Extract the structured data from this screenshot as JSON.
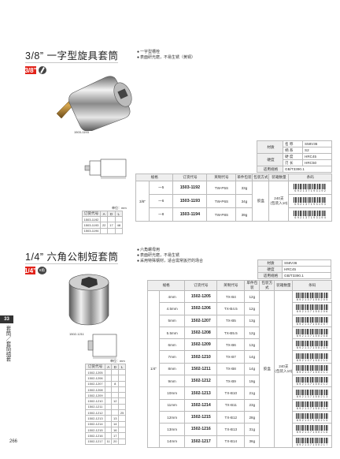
{
  "section1": {
    "title": "3/8” 一字型旋具套筒",
    "badge": "3/8”",
    "bullets": [
      "一字型槽栓",
      "表面研光磨，不易生锈（黄铜）"
    ],
    "photo_caption": "1503-1193",
    "spec": [
      [
        "",
        "名 称",
        "S58V36"
      ],
      [
        "",
        "柄 系",
        "S2"
      ],
      [
        "",
        "硬 度",
        "HRC45"
      ],
      [
        "",
        "刃 长",
        "HRC50"
      ],
      [
        "适用规格",
        "GB/T3390.1",
        ""
      ]
    ],
    "spec_row_label_top": "材质",
    "spec_row_label_mid": "硬度",
    "dim_unit": "单位：mm",
    "dim_headers": [
      "订货代号",
      "A",
      "D",
      "L"
    ],
    "dim_rows": [
      [
        "1503-1192",
        "",
        "",
        ""
      ],
      [
        "1503-1193",
        "22",
        "17",
        "48"
      ],
      [
        "1503-1194",
        "",
        "",
        ""
      ]
    ],
    "table_headers": [
      "规格",
      "",
      "订货代号",
      "英制代号",
      "单件包装",
      "包装方式",
      "装箱数量",
      "条码"
    ],
    "size_label": "3/8”",
    "pack_style": "胶盒",
    "box_qty": "240支\n(包装入10)",
    "rows": [
      {
        "spec": "一5",
        "code": "1503-1192",
        "eng": "TW-P5S",
        "pack": "33g",
        "barcode": "6 9 2 1 3 7 1 9 3 1 9 2"
      },
      {
        "spec": "一6",
        "code": "1503-1193",
        "eng": "TW-P6S",
        "pack": "34g",
        "barcode": "6 9 2 1 3 7 1 9 3 1 9 3"
      },
      {
        "spec": "一8",
        "code": "1503-1194",
        "eng": "TW-P8S",
        "pack": "39g",
        "barcode": "6 9 2 1 3 7 1 9 3 1 9 4"
      }
    ]
  },
  "section2": {
    "title": "1/4” 六角公制短套筒",
    "badge": "1/4”",
    "badge2": "6角",
    "bullets": [
      "六角螺母用",
      "表面研光磨，不易生锈",
      "采用特殊钢材，适合需常扳拧的场合"
    ],
    "photo_caption": "1502-1211",
    "spec": [
      [
        "材质",
        "S58V36"
      ],
      [
        "硬度",
        "HRC45"
      ],
      [
        "适用规格",
        "GB/T3390.1"
      ]
    ],
    "dim_unit": "单位：mm",
    "dim_headers": [
      "订货代号",
      "A",
      "D",
      "L"
    ],
    "dim_rows": [
      [
        "1502-1205",
        "",
        "",
        ""
      ],
      [
        "1502-1206",
        "",
        "",
        ""
      ],
      [
        "1502-1207",
        "",
        "8",
        ""
      ],
      [
        "1502-1208",
        "",
        "",
        ""
      ],
      [
        "1502-1209",
        "",
        "",
        ""
      ],
      [
        "1502-1210",
        "",
        "12",
        ""
      ],
      [
        "1502-1211",
        "",
        "",
        ""
      ],
      [
        "1502-1212",
        "",
        "",
        "25"
      ],
      [
        "1502-1213",
        "",
        "13",
        ""
      ],
      [
        "1502-1214",
        "",
        "14",
        ""
      ],
      [
        "1502-1215",
        "",
        "16",
        ""
      ],
      [
        "1502-1216",
        "",
        "17",
        ""
      ],
      [
        "1502-1217",
        "11",
        "20",
        ""
      ]
    ],
    "table_headers": [
      "规格",
      "",
      "订货代号",
      "英制代号",
      "单件包装",
      "包装方式",
      "装箱数量",
      "条码"
    ],
    "size_label": "1/4”",
    "pack_style": "胶盒",
    "box_qty": "240支\n(包装入10)",
    "rows": [
      {
        "spec": "4mm",
        "code": "1502-1205",
        "eng": "TX-B4",
        "pack": "12g",
        "barcode": "6 9 2 1 3 7 1 5 0 2 0 5"
      },
      {
        "spec": "4.5mm",
        "code": "1502-1206",
        "eng": "TX-B4.5",
        "pack": "12g",
        "barcode": "6 9 2 1 3 7 1 5 0 2 0 6"
      },
      {
        "spec": "5mm",
        "code": "1502-1207",
        "eng": "TX-B5",
        "pack": "13g",
        "barcode": "6 9 2 1 3 7 1 5 0 2 0 7"
      },
      {
        "spec": "5.5mm",
        "code": "1502-1208",
        "eng": "TX-B5.5",
        "pack": "12g",
        "barcode": "6 9 2 1 3 7 1 5 0 2 0 8"
      },
      {
        "spec": "6mm",
        "code": "1502-1209",
        "eng": "TX-B6",
        "pack": "13g",
        "barcode": "6 9 2 1 3 7 1 5 0 2 0 9"
      },
      {
        "spec": "7mm",
        "code": "1502-1210",
        "eng": "TX-B7",
        "pack": "14g",
        "barcode": "6 9 2 1 3 7 1 5 0 2 1 0"
      },
      {
        "spec": "8mm",
        "code": "1502-1211",
        "eng": "TX-B8",
        "pack": "14g",
        "barcode": "6 9 2 1 3 7 1 5 0 2 1 1"
      },
      {
        "spec": "9mm",
        "code": "1502-1212",
        "eng": "TX-B9",
        "pack": "19g",
        "barcode": "6 9 2 1 3 7 1 5 0 2 1 2"
      },
      {
        "spec": "10mm",
        "code": "1502-1213",
        "eng": "TX-B10",
        "pack": "21g",
        "barcode": "6 9 2 1 3 7 1 5 0 2 1 3"
      },
      {
        "spec": "11mm",
        "code": "1502-1214",
        "eng": "TX-B11",
        "pack": "23g",
        "barcode": "6 9 2 1 3 7 1 5 0 2 1 4"
      },
      {
        "spec": "12mm",
        "code": "1502-1215",
        "eng": "TX-B12",
        "pack": "28g",
        "barcode": "6 9 2 1 3 7 1 5 0 2 1 5"
      },
      {
        "spec": "13mm",
        "code": "1502-1216",
        "eng": "TX-B13",
        "pack": "31g",
        "barcode": "6 9 2 1 3 7 1 5 0 2 1 6"
      },
      {
        "spec": "14mm",
        "code": "1502-1217",
        "eng": "TX-B14",
        "pack": "36g",
        "barcode": "6 9 2 1 3 7 1 5 0 2 1 7"
      }
    ]
  },
  "side_tab": {
    "number": "33",
    "text": "套筒／套筒组套"
  },
  "page_number": "266",
  "colors": {
    "accent": "#e2231a",
    "tab": "#333333"
  }
}
